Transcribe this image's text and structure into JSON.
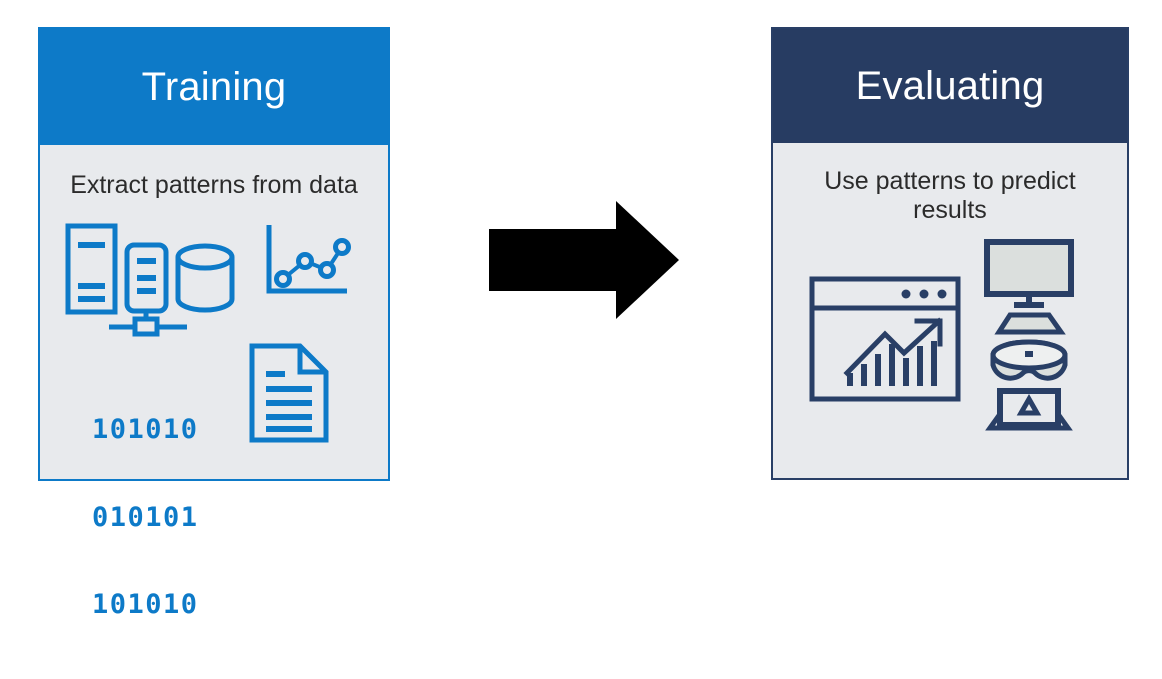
{
  "diagram": {
    "type": "two-stage-process",
    "title": "Training to Evaluating machine learning flow",
    "colors": {
      "training_accent": "#0d7ac8",
      "evaluating_accent": "#273c62",
      "panel_background": "#e8eaed",
      "arrow": "#000000",
      "header_text": "#ffffff",
      "caption_text": "#2b2b2b"
    }
  },
  "panels": [
    {
      "id": "training",
      "header": "Training",
      "caption": "Extract patterns from data",
      "accent": "#0d7ac8",
      "icons": [
        {
          "name": "servers-and-database-icon",
          "label": "Servers and database"
        },
        {
          "name": "line-chart-icon",
          "label": "Line chart"
        },
        {
          "name": "binary-data-icon",
          "label": "Binary data"
        },
        {
          "name": "document-icon",
          "label": "Document"
        }
      ],
      "binary_rows": [
        "101010",
        "010101",
        "101010"
      ]
    },
    {
      "id": "evaluating",
      "header": "Evaluating",
      "caption": "Use patterns to predict results",
      "accent": "#273c62",
      "icons": [
        {
          "name": "browser-bar-chart-icon",
          "label": "Browser window with growth chart"
        },
        {
          "name": "monitor-keyboard-icon",
          "label": "Desktop monitor and keyboard"
        },
        {
          "name": "vr-headset-icon",
          "label": "VR headset"
        },
        {
          "name": "laptop-icon",
          "label": "Laptop"
        }
      ]
    }
  ],
  "connector": {
    "name": "flow-arrow",
    "direction": "right",
    "from": "training",
    "to": "evaluating",
    "color": "#000000"
  }
}
